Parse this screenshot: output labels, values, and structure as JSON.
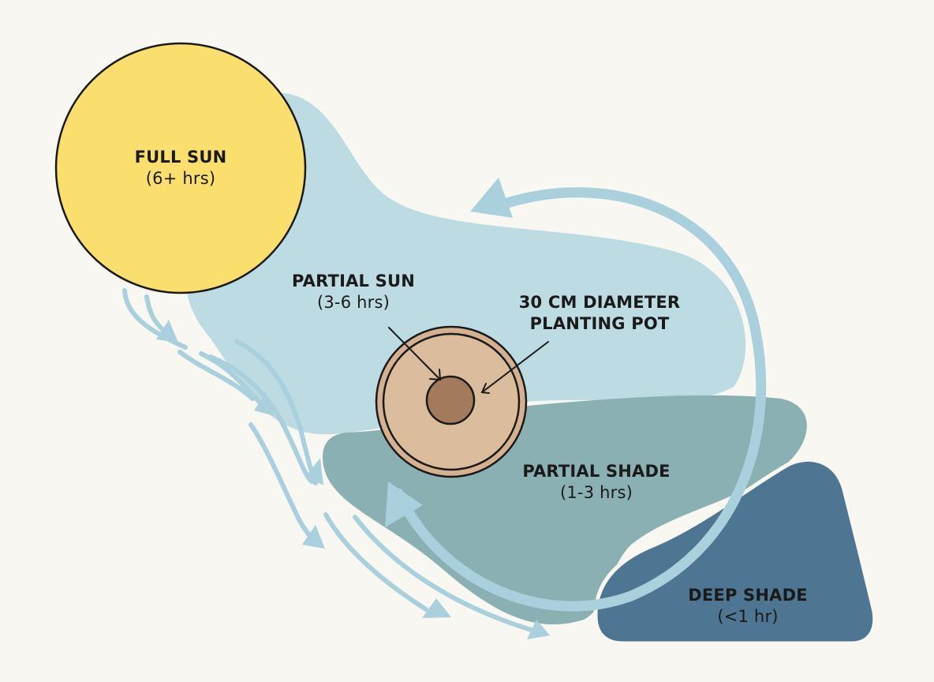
{
  "diagram": {
    "type": "sun-exposure-zones",
    "colors": {
      "background": "#f8f7f2",
      "full_sun": "#fadf6e",
      "partial_sun": "#bddbe2",
      "partial_shade": "#8ab0b3",
      "deep_shade": "#4e7591",
      "arrow": "#a9d0dc",
      "pot_rim": "#d5b091",
      "pot_inner": "#dbbc9c",
      "pot_center": "#a47a5c",
      "outline": "#1a1a1a"
    },
    "zones": [
      {
        "id": "full_sun",
        "title": "FULL SUN",
        "subtitle": "(6+ hrs)"
      },
      {
        "id": "partial_sun",
        "title": "PARTIAL SUN",
        "subtitle": "(3-6 hrs)"
      },
      {
        "id": "partial_shade",
        "title": "PARTIAL SHADE",
        "subtitle": "(1-3 hrs)"
      },
      {
        "id": "deep_shade",
        "title": "DEEP SHADE",
        "subtitle": "(<1 hr)"
      }
    ],
    "pot": {
      "title": "30 CM DIAMETER",
      "subtitle": "PLANTING POT"
    }
  }
}
